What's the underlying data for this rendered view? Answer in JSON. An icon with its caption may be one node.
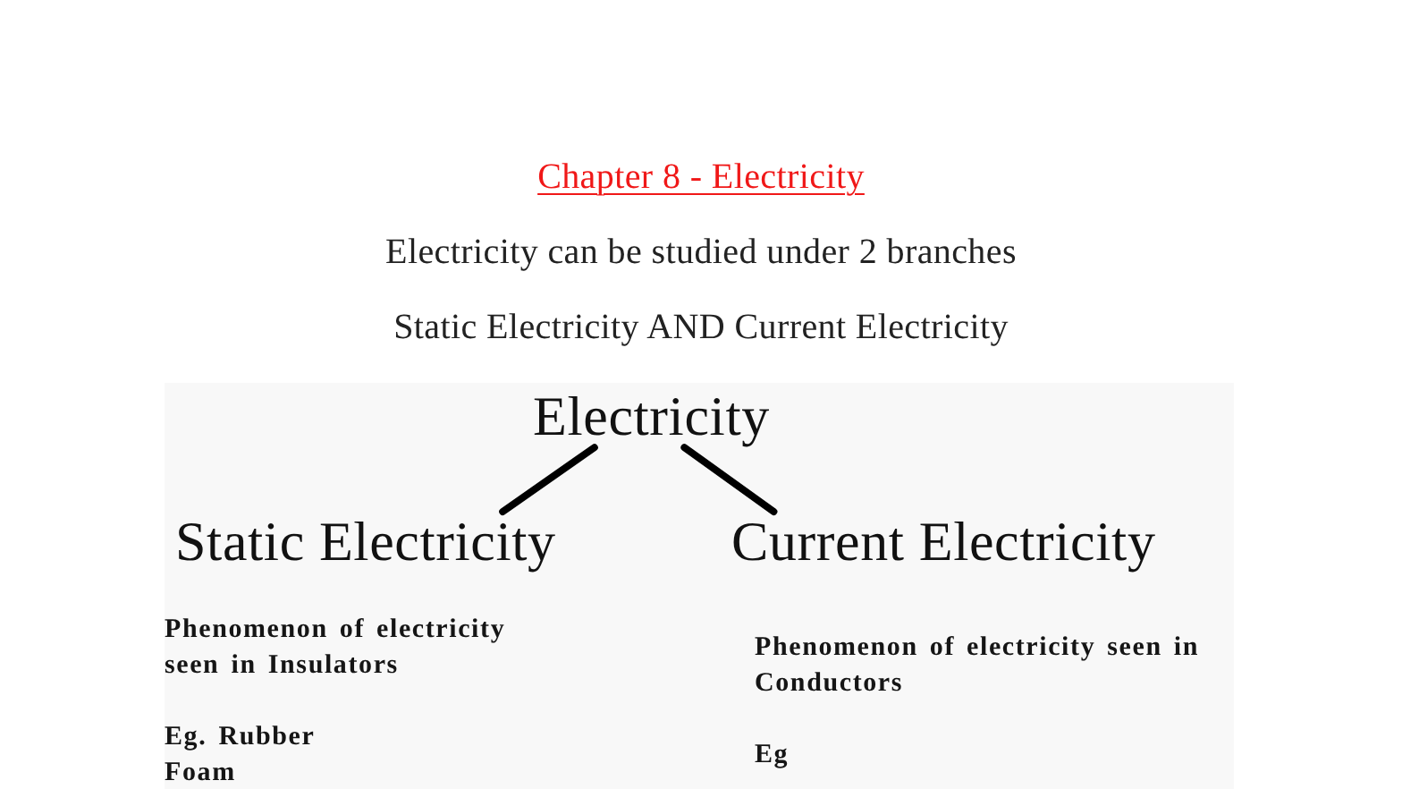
{
  "diagram": {
    "title": "Chapter 8 - Electricity",
    "nodes": [
      {
        "text": [
          "Electricity"
        ]
      },
      {
        "text": [
          "Static Electricity"
        ],
        "beside": [
          "Phenomenon of electricity seen in Insulators",
          "Eg. Rubber",
          "Foam"
        ]
      },
      {
        "text": [
          "Current Electricity"
        ],
        "beside": [
          "Phenomenon of electricity seen in Conductors",
          "Eg"
        ]
      }
    ],
    "edges": [
      {
        "from": 0,
        "to": 1,
        "arrow": "none"
      },
      {
        "from": 0,
        "to": 2,
        "arrow": "none"
      }
    ],
    "labels": [
      "Electricity can be studied under 2 branches",
      "Static Electricity AND Current Electricity"
    ]
  }
}
